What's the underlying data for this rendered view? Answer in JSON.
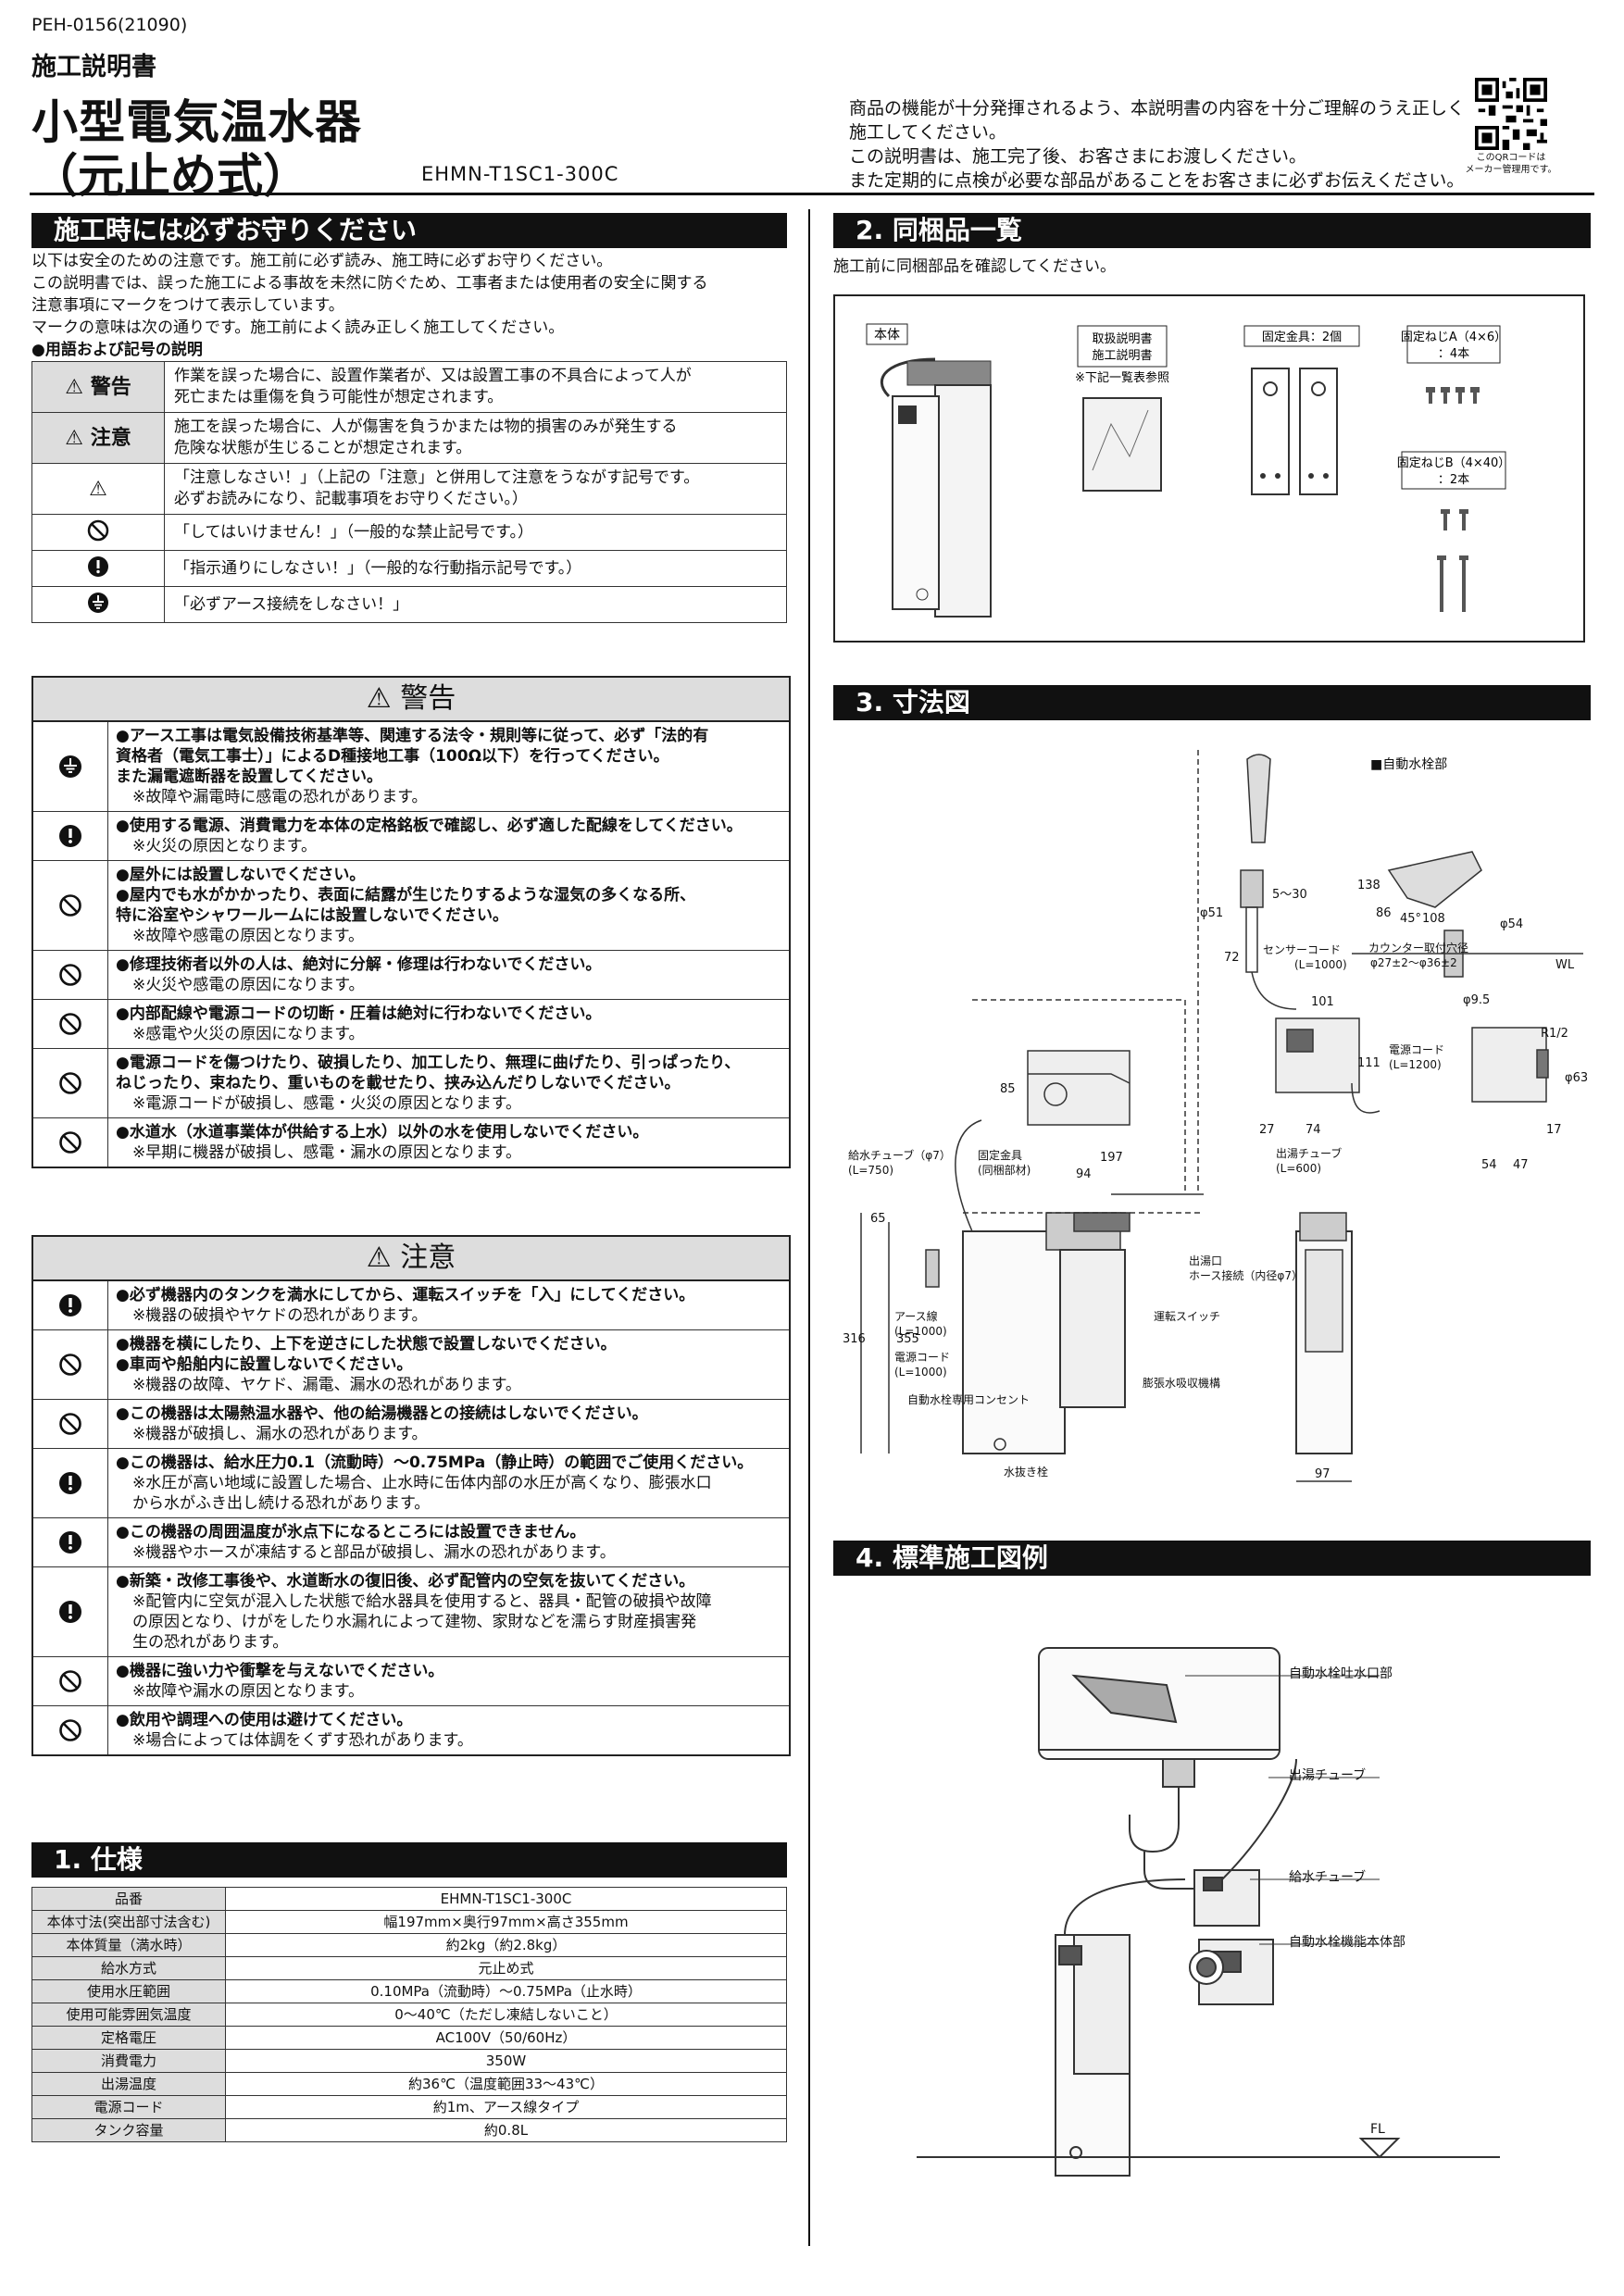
{
  "header": {
    "doc_no": "PEH-0156(21090)",
    "subtitle": "施工説明書",
    "title_line1": "小型電気温水器",
    "title_line2": "（元止め式）",
    "model": "EHMN-T1SC1-300C",
    "intro": [
      "商品の機能が十分発揮されるよう、本説明書の内容を十分ご理解のうえ正しく",
      "施工してください。",
      "この説明書は、施工完了後、お客さまにお渡しください。",
      "また定期的に点検が必要な部品があることをお客さまに必ずお伝えください。"
    ],
    "qr_note": [
      "このQRコードは",
      "メーカー管理用です。"
    ]
  },
  "safety": {
    "heading": "施工時には必ずお守りください",
    "lines": [
      "以下は安全のための注意です。施工前に必ず読み、施工時に必ずお守りください。",
      "この説明書では、誤った施工による事故を未然に防ぐため、工事者または使用者の安全に関する",
      "注意事項にマークをつけて表示しています。",
      "マークの意味は次の通りです。施工前によく読み正しく施工してください。"
    ],
    "sub": "●用語および記号の説明",
    "symbols": [
      {
        "icon": "warning-triangle-icon",
        "label": "警告",
        "text": [
          "作業を誤った場合に、設置作業者が、又は設置工事の不具合によって人が",
          "死亡または重傷を負う可能性が想定されます。"
        ]
      },
      {
        "icon": "warning-triangle-icon",
        "label": "注意",
        "text": [
          "施工を誤った場合に、人が傷害を負うかまたは物的損害のみが発生する",
          "危険な状態が生じることが想定されます。"
        ]
      },
      {
        "icon": "warning-triangle-icon",
        "label": "",
        "text": [
          "「注意しなさい！」（上記の「注意」と併用して注意をうながす記号です。",
          "必ずお読みになり、記載事項をお守りください。）"
        ]
      },
      {
        "icon": "prohibition-icon",
        "label": "",
        "text": [
          "「してはいけません！」（一般的な禁止記号です。）"
        ]
      },
      {
        "icon": "mandatory-icon",
        "label": "",
        "text": [
          "「指示通りにしなさい！」（一般的な行動指示記号です。）"
        ]
      },
      {
        "icon": "ground-icon",
        "label": "",
        "text": [
          "「必ずアース接続をしなさい！」"
        ]
      }
    ]
  },
  "warning": {
    "title": "警告",
    "items": [
      {
        "icon": "ground-icon",
        "main": [
          "●アース工事は電気設備技術基準等、関連する法令・規則等に従って、必ず「法的有",
          "資格者（電気工事士）」によるD種接地工事（100Ω以下）を行ってください。",
          "また漏電遮断器を設置してください。"
        ],
        "note": [
          "※故障や漏電時に感電の恐れがあります。"
        ]
      },
      {
        "icon": "mandatory-icon",
        "main": [
          "●使用する電源、消費電力を本体の定格銘板で確認し、必ず適した配線をしてください。"
        ],
        "note": [
          "※火災の原因となります。"
        ]
      },
      {
        "icon": "prohibition-icon",
        "main": [
          "●屋外には設置しないでください。",
          "●屋内でも水がかかったり、表面に結露が生じたりするような湿気の多くなる所、",
          "特に浴室やシャワールームには設置しないでください。"
        ],
        "note": [
          "※故障や感電の原因となります。"
        ]
      },
      {
        "icon": "prohibition-icon",
        "main": [
          "●修理技術者以外の人は、絶対に分解・修理は行わないでください。"
        ],
        "note": [
          "※火災や感電の原因になります。"
        ]
      },
      {
        "icon": "prohibition-icon",
        "main": [
          "●内部配線や電源コードの切断・圧着は絶対に行わないでください。"
        ],
        "note": [
          "※感電や火災の原因になります。"
        ]
      },
      {
        "icon": "prohibition-icon",
        "main": [
          "●電源コードを傷つけたり、破損したり、加工したり、無理に曲げたり、引っぱったり、",
          "ねじったり、束ねたり、重いものを載せたり、挟み込んだりしないでください。"
        ],
        "note": [
          "※電源コードが破損し、感電・火災の原因となります。"
        ]
      },
      {
        "icon": "prohibition-icon",
        "main": [
          "●水道水（水道事業体が供給する上水）以外の水を使用しないでください。"
        ],
        "note": [
          "※早期に機器が破損し、感電・漏水の原因となります。"
        ]
      }
    ]
  },
  "caution": {
    "title": "注意",
    "items": [
      {
        "icon": "mandatory-icon",
        "main": [
          "●必ず機器内のタンクを満水にしてから、運転スイッチを「入」にしてください。"
        ],
        "note": [
          "※機器の破損やヤケドの恐れがあります。"
        ]
      },
      {
        "icon": "prohibition-icon",
        "main": [
          "●機器を横にしたり、上下を逆さにした状態で設置しないでください。",
          "●車両や船舶内に設置しないでください。"
        ],
        "note": [
          "※機器の故障、ヤケド、漏電、漏水の恐れがあります。"
        ]
      },
      {
        "icon": "prohibition-icon",
        "main": [
          "●この機器は太陽熱温水器や、他の給湯機器との接続はしないでください。"
        ],
        "note": [
          "※機器が破損し、漏水の恐れがあります。"
        ]
      },
      {
        "icon": "mandatory-icon",
        "main": [
          "●この機器は、給水圧力0.1（流動時）～0.75MPa（静止時）の範囲でご使用ください。"
        ],
        "note": [
          "※水圧が高い地域に設置した場合、止水時に缶体内部の水圧が高くなり、膨張水口",
          "から水がふき出し続ける恐れがあります。"
        ]
      },
      {
        "icon": "mandatory-icon",
        "main": [
          "●この機器の周囲温度が氷点下になるところには設置できません。"
        ],
        "note": [
          "※機器やホースが凍結すると部品が破損し、漏水の恐れがあります。"
        ]
      },
      {
        "icon": "mandatory-icon",
        "main": [
          "●新築・改修工事後や、水道断水の復旧後、必ず配管内の空気を抜いてください。"
        ],
        "note": [
          "※配管内に空気が混入した状態で給水器具を使用すると、器具・配管の破損や故障",
          "の原因となり、けがをしたり水漏れによって建物、家財などを濡らす財産損害発",
          "生の恐れがあります。"
        ]
      },
      {
        "icon": "prohibition-icon",
        "main": [
          "●機器に強い力や衝撃を与えないでください。"
        ],
        "note": [
          "※故障や漏水の原因となります。"
        ]
      },
      {
        "icon": "prohibition-icon",
        "main": [
          "●飲用や調理への使用は避けてください。"
        ],
        "note": [
          "※場合によっては体調をくずす恐れがあります。"
        ]
      }
    ]
  },
  "spec": {
    "heading": "1. 仕様",
    "rows": [
      [
        "品番",
        "EHMN-T1SC1-300C"
      ],
      [
        "本体寸法(突出部寸法含む)",
        "幅197mm×奥行97mm×高さ355mm"
      ],
      [
        "本体質量（満水時）",
        "約2kg（約2.8kg）"
      ],
      [
        "給水方式",
        "元止め式"
      ],
      [
        "使用水圧範囲",
        "0.10MPa（流動時）～0.75MPa（止水時）"
      ],
      [
        "使用可能雰囲気温度",
        "0～40℃（ただし凍結しないこと）"
      ],
      [
        "定格電圧",
        "AC100V（50/60Hz）"
      ],
      [
        "消費電力",
        "350W"
      ],
      [
        "出湯温度",
        "約36℃（温度範囲33～43℃）"
      ],
      [
        "電源コード",
        "約1m、アース線タイプ"
      ],
      [
        "タンク容量",
        "約0.8L"
      ]
    ]
  },
  "bundle": {
    "heading": "2. 同梱品一覧",
    "intro": "施工前に同梱部品を確認してください。",
    "body_label": "本体",
    "manual_label": [
      "取扱説明書",
      "施工説明書"
    ],
    "manual_note": "※下記一覧表参照",
    "bracket_label": "固定金具：2個",
    "screwA_label": [
      "固定ねじA（4×6）",
      "：4本"
    ],
    "screwB_label": [
      "固定ねじB（4×40）",
      "：2本"
    ]
  },
  "dims": {
    "heading": "3. 寸法図",
    "auto_faucet": "■自動水栓部",
    "labels": {
      "d51": "φ51",
      "d54": "φ54",
      "d95": "φ9.5",
      "d63": "φ63",
      "r12": "R1/2",
      "wl": "WL",
      "r5_30": "5～30",
      "n72": "72",
      "n138": "138",
      "n86": "86",
      "n45": "45°",
      "n108": "108",
      "n101": "101",
      "n111": "111",
      "n27": "27",
      "n74": "74",
      "n17": "17",
      "n54": "54",
      "n47": "47",
      "n85": "85",
      "n197": "197",
      "n94": "94",
      "n65": "65",
      "n355": "355",
      "n316": "316",
      "n97": "97",
      "sensor_cord": "センサーコード",
      "sensor_len": "(L=1000)",
      "counter": "カウンター取付穴径",
      "counter_d": "φ27±2～φ36±2",
      "power_cord": "電源コード",
      "power_len": "(L=1200)",
      "hot_tube": "出湯チューブ",
      "hot_len": "(L=600)",
      "supply_tube": "給水チューブ（φ7）",
      "supply_len": "(L=750)",
      "bracket": "固定金具",
      "bracket_note": "(同梱部材)",
      "outlet": "出湯口",
      "hose": "ホース接続（内径φ7）",
      "switch": "運転スイッチ",
      "earth": "アース線",
      "earth_len": "(L=1000)",
      "pcord": "電源コード",
      "pcord_len": "(L=1000)",
      "outlet_socket": "自動水栓専用コンセント",
      "expansion": "膨張水吸収機構",
      "drain": "水抜き栓"
    }
  },
  "install": {
    "heading": "4. 標準施工図例",
    "labels": {
      "spout": "自動水栓吐水口部",
      "hot_tube": "出湯チューブ",
      "supply_tube": "給水チューブ",
      "main": "自動水栓機能本体部",
      "fl": "FL"
    }
  }
}
